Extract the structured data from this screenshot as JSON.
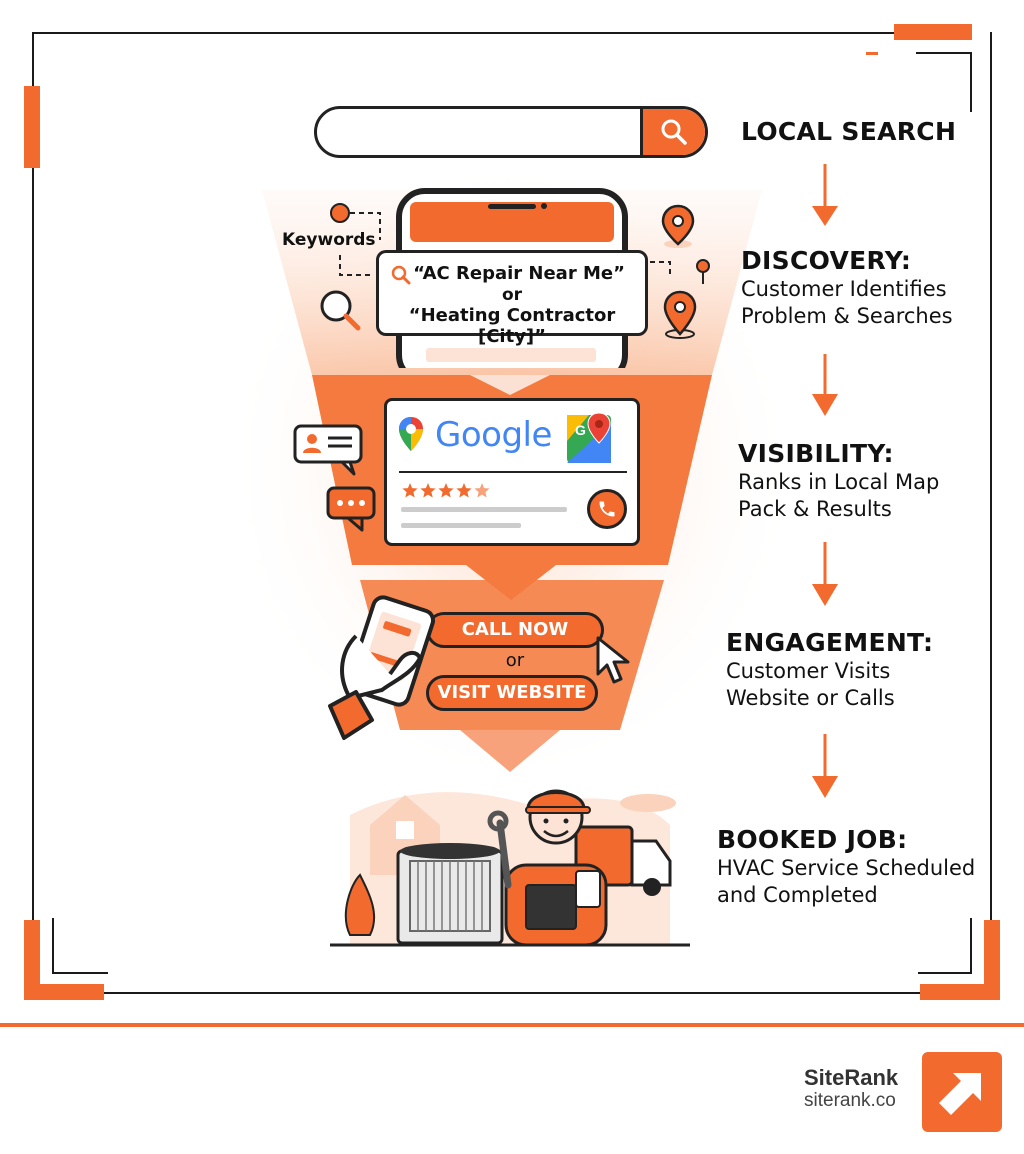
{
  "search": {
    "placeholder": "",
    "button_icon": "search-icon"
  },
  "discovery_scene": {
    "keywords_label": "Keywords",
    "query_line1": "“AC Repair Near Me”",
    "query_or": "or",
    "query_line2": "“Heating Contractor [City]”"
  },
  "visibility_scene": {
    "google_label": "Google",
    "rating_stars": 4.5,
    "rating_max": 5
  },
  "engagement_scene": {
    "call_label": "CALL NOW",
    "or_label": "or",
    "visit_label": "VISIT WEBSITE"
  },
  "stages": [
    {
      "title": "LOCAL SEARCH",
      "lines": []
    },
    {
      "title": "DISCOVERY:",
      "lines": [
        "Customer Identifies",
        "Problem & Searches"
      ]
    },
    {
      "title": "VISIBILITY:",
      "lines": [
        "Ranks in Local Map",
        "Pack & Results"
      ]
    },
    {
      "title": "ENGAGEMENT:",
      "lines": [
        "Customer Visits",
        "Website or Calls"
      ]
    },
    {
      "title": "BOOKED JOB:",
      "lines": [
        "HVAC Service Scheduled",
        "and Completed"
      ]
    }
  ],
  "brand": {
    "name": "SiteRank",
    "url": "siterank.co",
    "logo_icon": "arrow-up-right-icon"
  },
  "colors": {
    "accent": "#f26a2e",
    "accent_light": "#fbd3bd",
    "ink": "#1a1a1a"
  }
}
